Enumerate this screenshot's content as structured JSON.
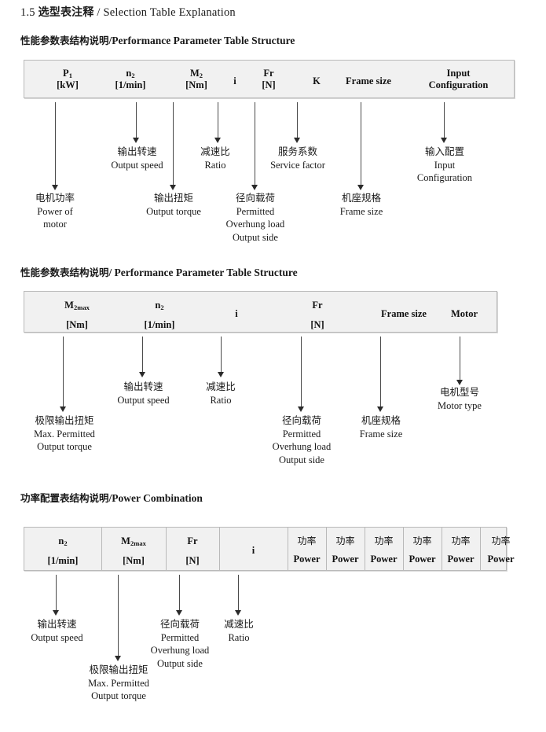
{
  "document": {
    "section_number": "1.5",
    "title_cn": "选型表注释",
    "title_sep": "/",
    "title_en": "Selection Table Explanation"
  },
  "sections": [
    {
      "heading": {
        "cn": "性能参数表结构说明",
        "sep": "/",
        "en": "Performance Parameter Table Structure"
      },
      "table": {
        "columns": [
          {
            "top": "P",
            "top_sub": "1",
            "bottom": "[kW]"
          },
          {
            "top": "n",
            "top_sub": "2",
            "bottom": "[1/min]"
          },
          {
            "top": "M",
            "top_sub": "2",
            "bottom": "[Nm]"
          },
          {
            "top": "i",
            "top_sub": "",
            "bottom": ""
          },
          {
            "top": "Fr",
            "top_sub": "",
            "bottom": "[N]"
          },
          {
            "top": "K",
            "top_sub": "",
            "bottom": ""
          },
          {
            "top": "Frame size",
            "top_sub": "",
            "bottom": ""
          },
          {
            "top": "Input",
            "top_sub": "",
            "bottom": "Configuration"
          }
        ]
      },
      "annotations": [
        {
          "cn": "电机功率",
          "en": [
            "Power of",
            "motor"
          ]
        },
        {
          "cn": "输出转速",
          "en": [
            "Output speed"
          ]
        },
        {
          "cn": "输出扭矩",
          "en": [
            "Output torque"
          ]
        },
        {
          "cn": "减速比",
          "en": [
            "Ratio"
          ]
        },
        {
          "cn": "径向载荷",
          "en": [
            "Permitted",
            "Overhung load",
            "Output side"
          ]
        },
        {
          "cn": "服务系数",
          "en": [
            "Service factor"
          ]
        },
        {
          "cn": "机座规格",
          "en": [
            "Frame size"
          ]
        },
        {
          "cn": "输入配置",
          "en": [
            "Input",
            "Configuration"
          ]
        }
      ]
    },
    {
      "heading": {
        "cn": "性能参数表结构说明",
        "sep": "/",
        "en": "Performance Parameter Table Structure"
      },
      "table": {
        "columns": [
          {
            "top": "M",
            "top_sub": "2max",
            "bottom": "[Nm]"
          },
          {
            "top": "n",
            "top_sub": "2",
            "bottom": "[1/min]"
          },
          {
            "top": "i",
            "top_sub": "",
            "bottom": ""
          },
          {
            "top": "Fr",
            "top_sub": "",
            "bottom": "[N]"
          },
          {
            "top": "Frame size",
            "top_sub": "",
            "bottom": ""
          },
          {
            "top": "Motor",
            "top_sub": "",
            "bottom": ""
          }
        ]
      },
      "annotations": [
        {
          "cn": "极限输出扭矩",
          "en": [
            "Max. Permitted",
            "Output  torque"
          ]
        },
        {
          "cn": "输出转速",
          "en": [
            "Output speed"
          ]
        },
        {
          "cn": "减速比",
          "en": [
            "Ratio"
          ]
        },
        {
          "cn": "径向载荷",
          "en": [
            "Permitted",
            "Overhung load",
            "Output side"
          ]
        },
        {
          "cn": "机座规格",
          "en": [
            "Frame size"
          ]
        },
        {
          "cn": "电机型号",
          "en": [
            "Motor type"
          ]
        }
      ]
    },
    {
      "heading": {
        "cn": "功率配置表结构说明",
        "sep": "/",
        "en": "Power Combination"
      },
      "table": {
        "columns": [
          {
            "top": "n",
            "top_sub": "2",
            "bottom": "[1/min]"
          },
          {
            "top": "M",
            "top_sub": "2max",
            "bottom": "[Nm]"
          },
          {
            "top": "Fr",
            "top_sub": "",
            "bottom": "[N]"
          },
          {
            "top": "i",
            "top_sub": "",
            "bottom": ""
          },
          {
            "top_cn": "功率",
            "bottom": "Power"
          },
          {
            "top_cn": "功率",
            "bottom": "Power"
          },
          {
            "top_cn": "功率",
            "bottom": "Power"
          },
          {
            "top_cn": "功率",
            "bottom": "Power"
          },
          {
            "top_cn": "功率",
            "bottom": "Power"
          },
          {
            "top_cn": "功率",
            "bottom": "Power"
          }
        ]
      },
      "annotations": [
        {
          "cn": "输出转速",
          "en": [
            "Output speed"
          ]
        },
        {
          "cn": "极限输出扭矩",
          "en": [
            "Max. Permitted",
            "Output  torque"
          ]
        },
        {
          "cn": "径向载荷",
          "en": [
            "Permitted",
            "Overhung load",
            "Output side"
          ]
        },
        {
          "cn": "减速比",
          "en": [
            "Ratio"
          ]
        }
      ]
    }
  ],
  "colors": {
    "table_fill": "#f1f1f1",
    "table_border": "#b9b9b9",
    "arrow": "#2a2a2a",
    "text": "#1a1a1a"
  }
}
